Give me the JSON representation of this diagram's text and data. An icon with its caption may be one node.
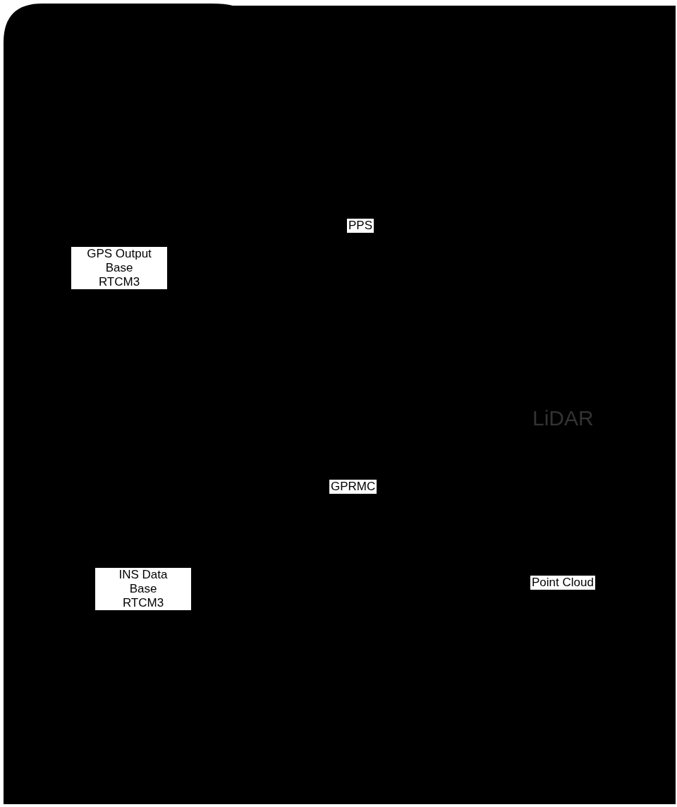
{
  "diagram": {
    "labels": [
      "PPS",
      "GPS Output Base RTCM3",
      "LiDAR",
      "GPRMC",
      "INS Data Base RTCM3",
      "Point Cloud"
    ]
  }
}
